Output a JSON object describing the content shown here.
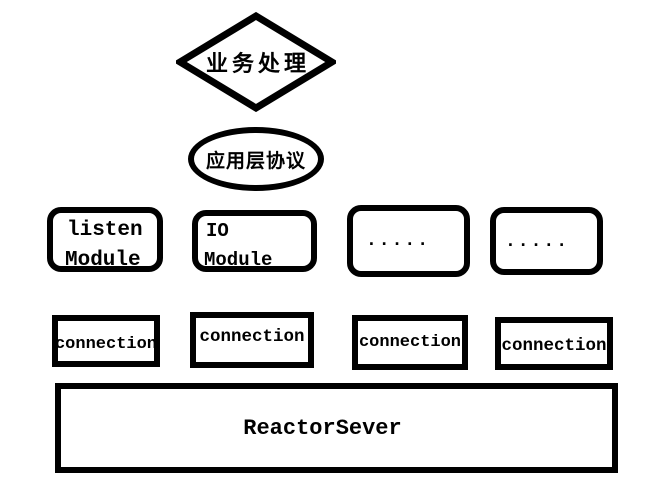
{
  "canvas": {
    "background": "#ffffff",
    "ink": "#000000"
  },
  "diagram": {
    "decision": {
      "shape": "diamond",
      "label": "业务处理"
    },
    "protocol": {
      "shape": "ellipse",
      "label": "应用层协议"
    },
    "modules": [
      {
        "line1": "listen",
        "line2": "Module"
      },
      {
        "line1": "IO",
        "line2": "Module"
      },
      {
        "label": "....."
      },
      {
        "label": "....."
      }
    ],
    "connections": [
      {
        "label": "connection"
      },
      {
        "label": "connection"
      },
      {
        "label": "connection"
      },
      {
        "label": "connection"
      }
    ],
    "server": {
      "label": "ReactorSever"
    }
  }
}
